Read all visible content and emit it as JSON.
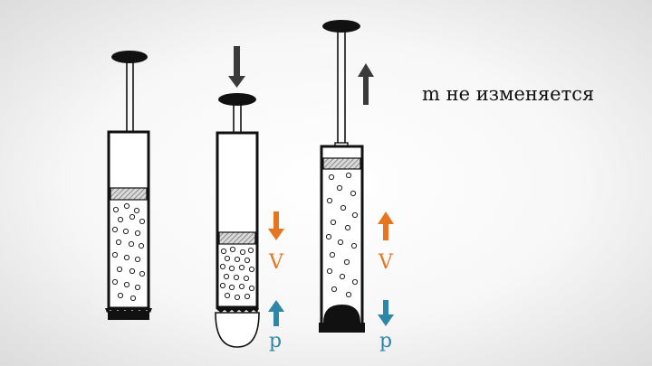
{
  "caption": "m не изменяется",
  "labels": {
    "volume_left": "V",
    "pressure_left": "p",
    "volume_right": "V",
    "pressure_right": "p"
  },
  "colors": {
    "volume_arrow": "#e5761f",
    "pressure_arrow": "#2e86a8",
    "force_arrow": "#3a3a3a",
    "outline": "#111111",
    "piston_hatch": "#777777"
  },
  "icons": {
    "force_down": "arrow-down-icon",
    "force_up": "arrow-up-icon",
    "volume_decrease": "arrow-down-icon",
    "volume_increase": "arrow-up-icon",
    "pressure_increase": "arrow-up-icon",
    "pressure_decrease": "arrow-down-icon"
  }
}
